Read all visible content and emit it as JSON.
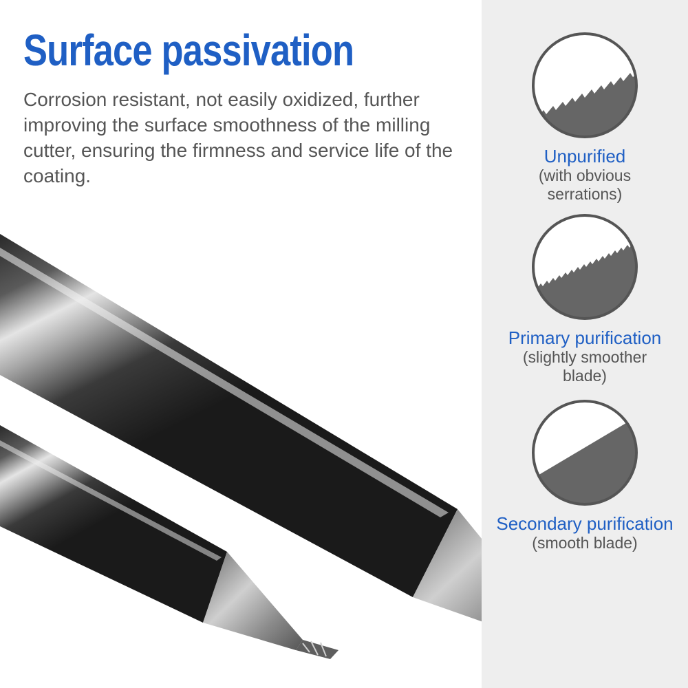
{
  "header": {
    "title": "Surface passivation",
    "description": "Corrosion resistant, not easily oxidized, further improving the surface smoothness of the milling cutter, ensuring the firmness and service life of the coating."
  },
  "stages": [
    {
      "name": "Unpurified",
      "note": "(with obvious serrations)",
      "edge": "coarse serrated"
    },
    {
      "name": "Primary purification",
      "note": "(slightly smoother blade)",
      "edge": "fine serrated"
    },
    {
      "name": "Secondary purification",
      "note": "(smooth blade)",
      "edge": "smooth"
    }
  ],
  "colors": {
    "title_blue": "#1f5fc4",
    "body_text": "#555555",
    "panel_gray": "#eeeeee",
    "blade_gray": "#666666"
  }
}
